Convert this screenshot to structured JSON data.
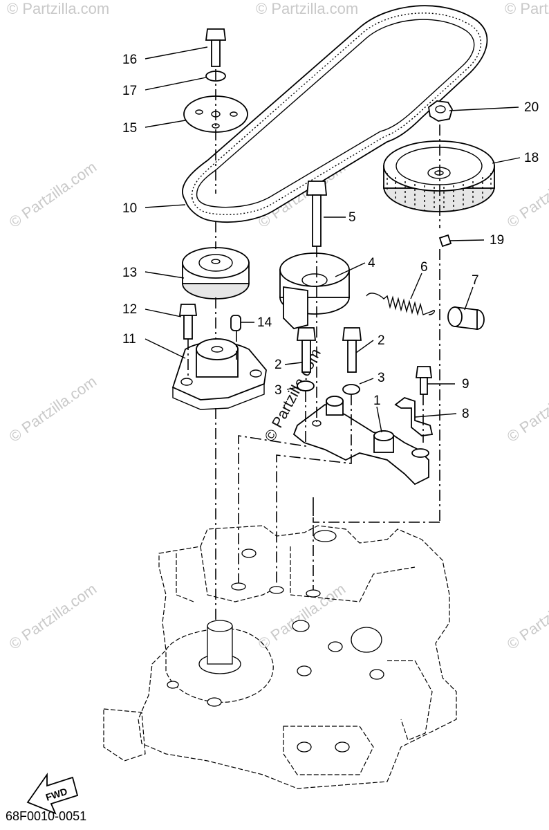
{
  "diagram": {
    "code": "68F0010-0051",
    "fwd_label": "FWD",
    "watermark": "© Partzilla.com",
    "callouts": {
      "c1": "1",
      "c2a": "2",
      "c2b": "2",
      "c3a": "3",
      "c3b": "3",
      "c4": "4",
      "c5": "5",
      "c6": "6",
      "c7": "7",
      "c8": "8",
      "c9": "9",
      "c10": "10",
      "c11": "11",
      "c12": "12",
      "c13": "13",
      "c14": "14",
      "c15": "15",
      "c16": "16",
      "c17": "17",
      "c18": "18",
      "c19": "19",
      "c20": "20"
    }
  }
}
